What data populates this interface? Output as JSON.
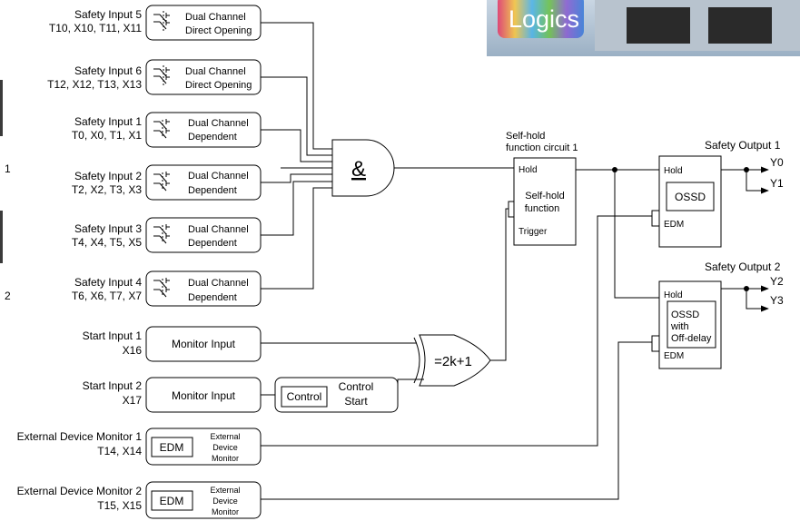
{
  "inputs": [
    {
      "label": "Safety Input 5",
      "terminals": "T10, X10, T11, X11",
      "type_line1": "Dual Channel",
      "type_line2": "Direct Opening"
    },
    {
      "label": "Safety Input 6",
      "terminals": "T12, X12, T13, X13",
      "type_line1": "Dual Channel",
      "type_line2": "Direct Opening"
    },
    {
      "label": "Safety Input 1",
      "terminals": "T0, X0, T1, X1",
      "type_line1": "Dual Channel",
      "type_line2": "Dependent"
    },
    {
      "label": "Safety Input 2",
      "terminals": "T2, X2, T3, X3",
      "type_line1": "Dual Channel",
      "type_line2": "Dependent"
    },
    {
      "label": "Safety Input 3",
      "terminals": "T4, X4, T5, X5",
      "type_line1": "Dual Channel",
      "type_line2": "Dependent"
    },
    {
      "label": "Safety Input 4",
      "terminals": "T6, X6, T7, X7",
      "type_line1": "Dual Channel",
      "type_line2": "Dependent"
    }
  ],
  "start_inputs": [
    {
      "label": "Start Input 1",
      "terminal": "X16",
      "box": "Monitor Input"
    },
    {
      "label": "Start Input 2",
      "terminal": "X17",
      "box": "Monitor Input"
    }
  ],
  "control_start": {
    "inner": "Control",
    "line1": "Control",
    "line2": "Start"
  },
  "edm_inputs": [
    {
      "label": "External Device Monitor 1",
      "terminals": "T14, X14",
      "badge": "EDM",
      "line1": "External",
      "line2": "Device",
      "line3": "Monitor"
    },
    {
      "label": "External Device Monitor 2",
      "terminals": "T15, X15",
      "badge": "EDM",
      "line1": "External",
      "line2": "Device",
      "line3": "Monitor"
    }
  ],
  "and_gate": {
    "symbol": "&"
  },
  "xor_gate": {
    "symbol": "=2k+1"
  },
  "self_hold": {
    "title_line1": "Self-hold",
    "title_line2": "function circuit 1",
    "hold": "Hold",
    "body_line1": "Self-hold",
    "body_line2": "function",
    "trigger": "Trigger"
  },
  "outputs": [
    {
      "label": "Safety Output 1",
      "hold": "Hold",
      "edm": "EDM",
      "body": [
        "OSSD"
      ],
      "ch_a": "Y0",
      "ch_b": "Y1"
    },
    {
      "label": "Safety Output 2",
      "hold": "Hold",
      "edm": "EDM",
      "body": [
        "OSSD",
        "with",
        "Off-delay"
      ],
      "ch_a": "Y2",
      "ch_b": "Y3"
    }
  ],
  "corner_logo": {
    "text": "Logics"
  },
  "left_edge_labels": [
    "1",
    "2"
  ],
  "colors": {
    "line": "#000000",
    "logo_text": "#ffffff",
    "logo_bg": "#6fa3cf"
  }
}
